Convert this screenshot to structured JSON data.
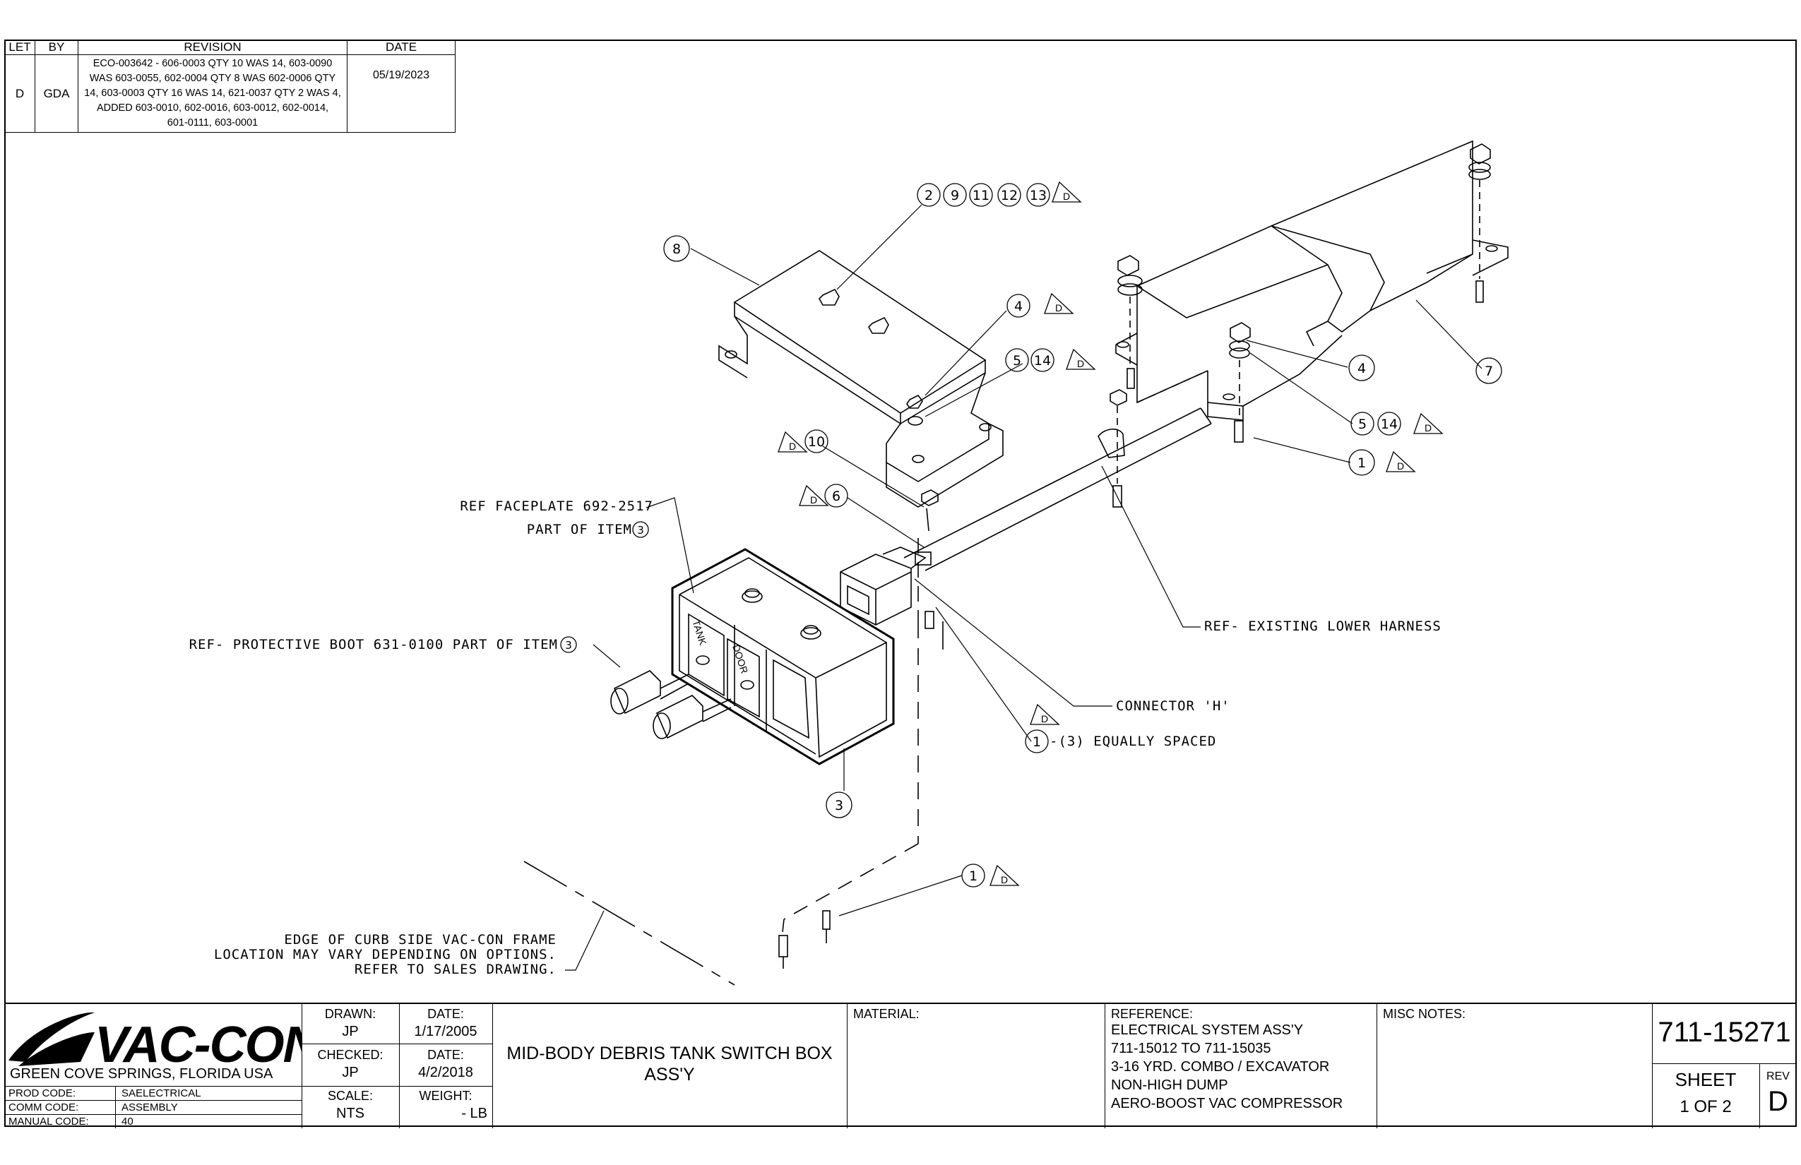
{
  "revision_table": {
    "headers": [
      "LET",
      "BY",
      "REVISION",
      "DATE"
    ],
    "row": {
      "let": "D",
      "by": "GDA",
      "lines": [
        "ECO-003642 - 606-0003 QTY 10 WAS 14, 603-0090",
        "WAS 603-0055, 602-0004 QTY 8 WAS 602-0006 QTY",
        "14, 603-0003 QTY 16 WAS 14, 621-0037 QTY 2 WAS 4,",
        "ADDED 603-0010, 602-0016, 603-0012, 602-0014,",
        "601-0111, 603-0001"
      ],
      "date": "05/19/2023"
    }
  },
  "callouts": {
    "c8": "8",
    "c2": "2",
    "c9": "9",
    "c11": "11",
    "c12": "12",
    "c13": "13",
    "c4a": "4",
    "c5a": "5",
    "c14a": "14",
    "c10": "10",
    "c6": "6",
    "c4b": "4",
    "c5b": "5",
    "c14b": "14",
    "c7": "7",
    "c1a": "1",
    "c3": "3",
    "c1b": "1",
    "c1c": "1",
    "rev_mark": "D",
    "item3_inline_a": "3",
    "item3_inline_b": "3"
  },
  "notes": {
    "ref_faceplate": "REF FACEPLATE 692-2517",
    "part_of_item": "PART OF ITEM",
    "ref_boot": "REF- PROTECTIVE BOOT 631-0100 PART OF ITEM",
    "ref_harness": "REF- EXISTING LOWER HARNESS",
    "connector_h": "CONNECTOR 'H'",
    "equally_spaced": "-(3) EQUALLY SPACED",
    "edge_line1": "EDGE OF CURB SIDE VAC-CON FRAME",
    "edge_line2": "LOCATION MAY VARY DEPENDING ON OPTIONS.",
    "edge_line3": "REFER TO SALES DRAWING.",
    "switch_tank": "TANK",
    "switch_door": "DOOR"
  },
  "title_block": {
    "logo": "VAC-CON",
    "location": "GREEN COVE SPRINGS, FLORIDA USA",
    "codes": [
      {
        "label": "PROD CODE:",
        "value": "SAELECTRICAL"
      },
      {
        "label": "COMM CODE:",
        "value": "ASSEMBLY"
      },
      {
        "label": "MANUAL CODE:",
        "value": "40"
      }
    ],
    "drawn_label": "DRAWN:",
    "drawn_value": "JP",
    "date1_label": "DATE:",
    "date1_value": "1/17/2005",
    "checked_label": "CHECKED:",
    "checked_value": "JP",
    "date2_label": "DATE:",
    "date2_value": "4/2/2018",
    "scale_label": "SCALE:",
    "scale_value": "NTS",
    "weight_label": "WEIGHT:",
    "weight_value": "- LB",
    "title_line1": "MID-BODY DEBRIS TANK SWITCH BOX",
    "title_line2": "ASS'Y",
    "material_label": "MATERIAL:",
    "reference_label": "REFERENCE:",
    "reference_lines": [
      "ELECTRICAL SYSTEM ASS'Y",
      "711-15012 TO 711-15035",
      "3-16 YRD. COMBO / EXCAVATOR",
      "NON-HIGH DUMP",
      "AERO-BOOST VAC COMPRESSOR"
    ],
    "misc_label": "MISC NOTES:",
    "drawing_number": "711-15271",
    "sheet_label": "SHEET",
    "sheet_value": "1 OF 2",
    "rev_label": "REV",
    "rev_value": "D"
  }
}
